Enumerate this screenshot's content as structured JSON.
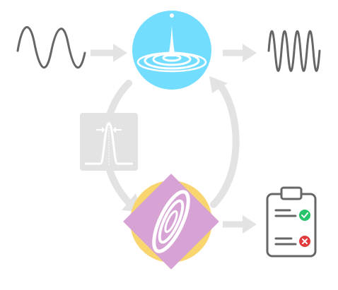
{
  "diagram": {
    "nodes": [
      {
        "id": "input-signal",
        "icon": "sine-wave-low-frequency-icon"
      },
      {
        "id": "wave-source",
        "icon": "water-drop-ripple-icon",
        "color": "#73DDFF"
      },
      {
        "id": "output-signal",
        "icon": "sine-wave-high-frequency-icon"
      },
      {
        "id": "filter",
        "icon": "bandpass-peak-icon"
      },
      {
        "id": "resonator",
        "icon": "concentric-rings-icon",
        "colors": [
          "#F8D56E",
          "#D6A3D4"
        ]
      },
      {
        "id": "result",
        "icon": "checklist-clipboard-icon",
        "status_colors": [
          "#27C46B",
          "#E33B3B"
        ]
      }
    ],
    "edges": [
      {
        "from": "input-signal",
        "to": "wave-source"
      },
      {
        "from": "wave-source",
        "to": "output-signal"
      },
      {
        "from": "wave-source",
        "to": "resonator",
        "via": "filter"
      },
      {
        "from": "resonator",
        "to": "wave-source"
      },
      {
        "from": "resonator",
        "to": "result"
      }
    ],
    "arrow_color": "#E3E3E3",
    "stroke_color": "#666666"
  }
}
